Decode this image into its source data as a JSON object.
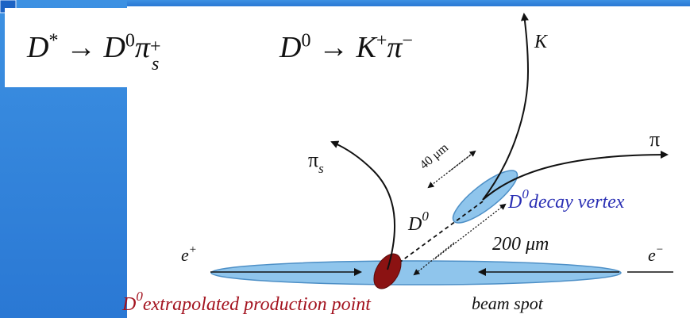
{
  "equations": {
    "dstar": {
      "base": "D",
      "base_sup": "*",
      "arrow": "→",
      "p1": "D",
      "p1_sup": "0",
      "p2": "π",
      "p2_sup": "+",
      "p2_sub": "s"
    },
    "d0": {
      "base": "D",
      "base_sup": "0",
      "arrow": "→",
      "p1": "K",
      "p1_sup": "+",
      "p2": "π",
      "p2_sup": "−"
    }
  },
  "labels": {
    "kaon": "K",
    "pion": "π",
    "soft_pion": "π",
    "soft_pion_sub": "s",
    "dist_40": "40 μm",
    "d0_track": "D",
    "d0_track_sup": "0",
    "decay_vertex_D": "D",
    "decay_vertex_sup": "0",
    "decay_vertex_text": "decay vertex",
    "dist_200": "200 μm",
    "e_plus": "e",
    "e_plus_sup": "+",
    "e_minus": "e",
    "e_minus_sup": "−",
    "prod_D": "D",
    "prod_sup": "0",
    "prod_text": "extrapolated production point",
    "beam_spot": "beam spot"
  },
  "colors": {
    "blue_panel_top": "#3b8fe0",
    "blue_panel_bottom": "#2a7ad6",
    "ellipse_fill": "#8fc5ec",
    "ellipse_stroke": "#4d8fc6",
    "production_point": "#8b1212",
    "decay_label": "#2a2fb4",
    "production_label": "#a3131f",
    "ink": "#111111"
  }
}
